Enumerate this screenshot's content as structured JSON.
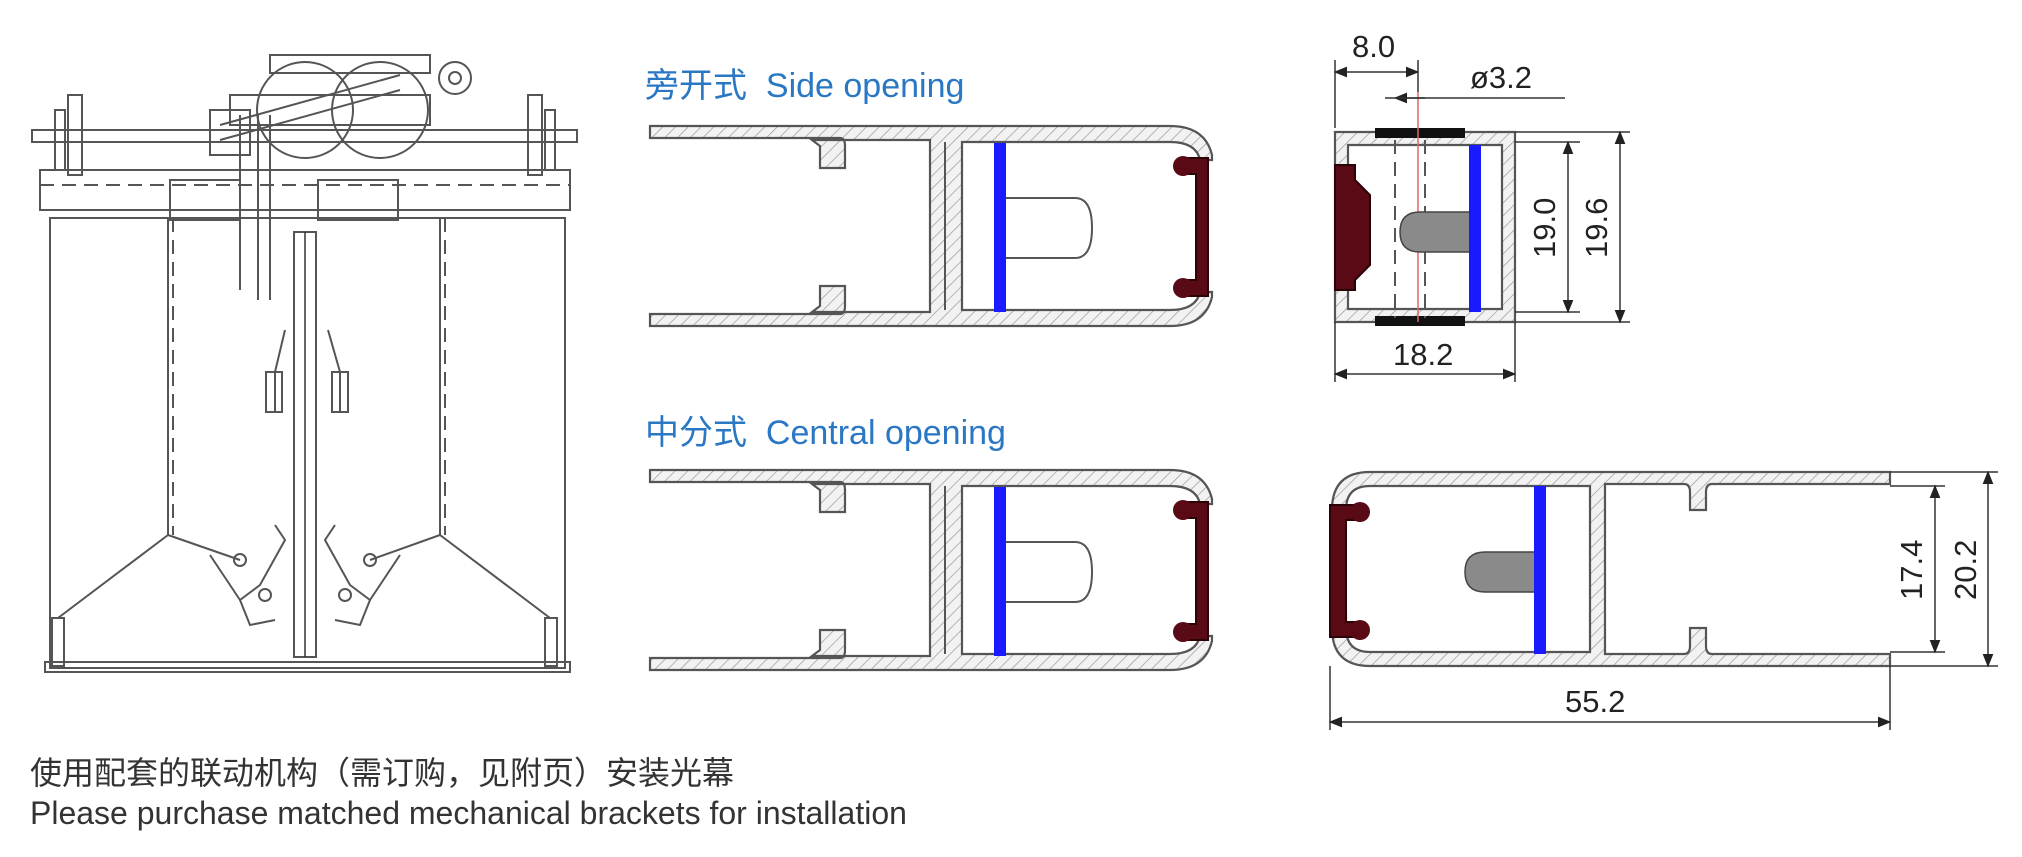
{
  "labels": {
    "side_opening": "旁开式  Side opening",
    "central_opening": "中分式  Central opening"
  },
  "dimensions": {
    "width_8": "8.0",
    "hole_dia": "ø3.2",
    "height_19_0": "19.0",
    "height_19_6": "19.6",
    "width_18_2": "18.2",
    "height_17_4": "17.4",
    "height_20_2": "20.2",
    "length_55_2": "55.2"
  },
  "footer": {
    "line_cn": "使用配套的联动机构（需订购，见附页）安装光幕",
    "line_en": "Please purchase matched mechanical brackets for installation"
  },
  "colors": {
    "beam": "#1a1aff",
    "bracket": "#5a0a14",
    "title": "#2a77c4"
  }
}
